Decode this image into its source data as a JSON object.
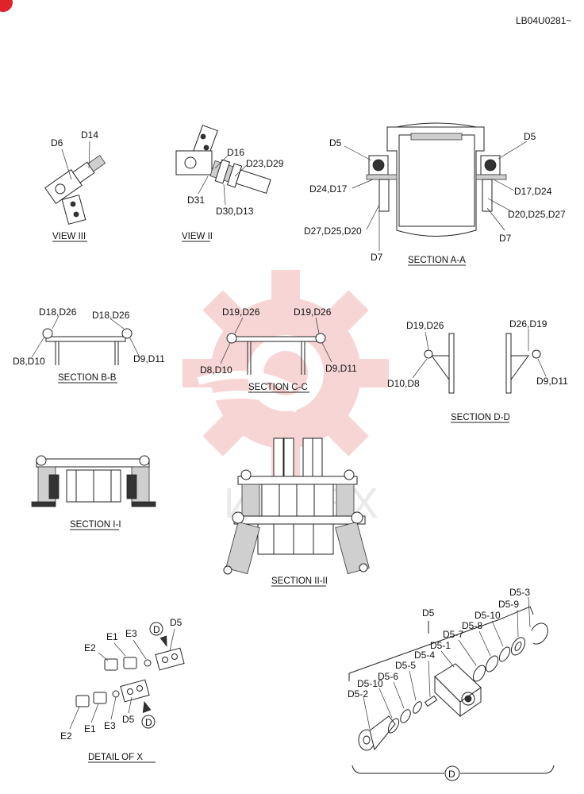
{
  "doc_code": "LB04U0281~",
  "watermark_text": "ИНТЕХ",
  "colors": {
    "watermark": "#f3b3b3",
    "badge": "#e0232a",
    "ink": "#222222"
  },
  "views": {
    "view3": {
      "caption": "VIEW III",
      "labels": [
        "D6",
        "D14"
      ]
    },
    "view2": {
      "caption": "VIEW II",
      "labels": [
        "D16",
        "D23,D29",
        "D31",
        "D30,D13"
      ]
    },
    "section_aa": {
      "caption": "SECTION A-A",
      "labels": [
        "D5",
        "D5",
        "D24,D17",
        "D17,D24",
        "D20,D25,D27",
        "D27,D25,D20",
        "D7",
        "D7"
      ]
    },
    "section_bb": {
      "caption": "SECTION B-B",
      "labels": [
        "D18,D26",
        "D18,D26",
        "D8,D10",
        "D9,D11"
      ]
    },
    "section_cc": {
      "caption": "SECTION C-C",
      "labels": [
        "D19,D26",
        "D19,D26",
        "D8,D10",
        "D9,D11"
      ]
    },
    "section_dd": {
      "caption": "SECTION D-D",
      "labels": [
        "D19,D26",
        "D26,D19",
        "D10,D8",
        "D9,D11"
      ]
    },
    "section_1": {
      "caption": "SECTION I-I"
    },
    "section_2": {
      "caption": "SECTION II-II"
    },
    "detail_x": {
      "caption": "DETAIL OF  X",
      "labels": [
        "E2",
        "E1",
        "E3",
        "D5",
        "D",
        "E2",
        "E1",
        "E3",
        "D5",
        "D"
      ]
    },
    "d5_assembly": {
      "title": "D5",
      "parts": [
        "D5-3",
        "D5-9",
        "D5-10",
        "D5-8",
        "D5-7",
        "D5-1",
        "D5-4",
        "D5-5",
        "D5-6",
        "D5-10",
        "D5-2"
      ],
      "bottom_marker": "D"
    }
  }
}
